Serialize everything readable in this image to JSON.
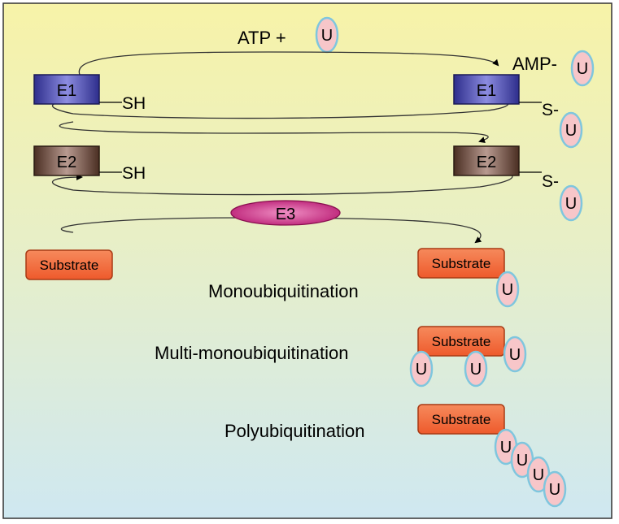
{
  "labels": {
    "atp": "ATP +",
    "amp": "AMP-",
    "sh": "SH",
    "s_link": "S-",
    "monoubiquitination": "Monoubiquitination",
    "multi_monoubiquitination": "Multi-monoubiquitination",
    "polyubiquitination": "Polyubiquitination"
  },
  "enzymes": {
    "e1": "E1",
    "e2": "E2",
    "e3": "E3"
  },
  "substrate": "Substrate",
  "ubiquitin": "U",
  "colors": {
    "background_top": "#f7f3a8",
    "background_bottom": "#cfe8f1",
    "e1": "#3a3a9e",
    "e2": "#5a3a2c",
    "e3": "#c2207a",
    "substrate": "#f26a3c",
    "ubiquitin_fill": "#f7c6c9",
    "ubiquitin_border": "#7fc6de"
  }
}
